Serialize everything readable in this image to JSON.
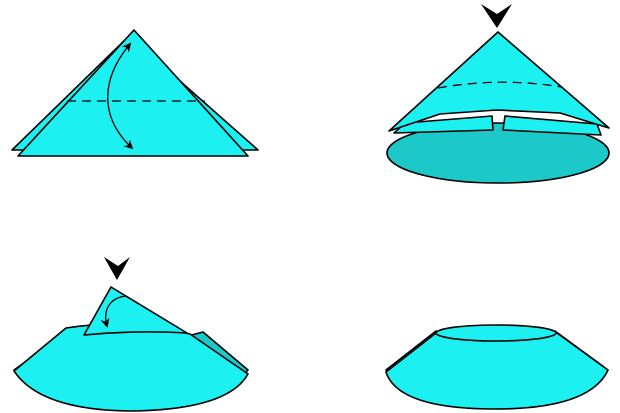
{
  "colors": {
    "paper_front": "#1CF0F0",
    "paper_shadow": "#1CC8C8",
    "outline": "#000000",
    "background": "#FFFFFF"
  },
  "steps": [
    {
      "id": "step-1",
      "description_icons": [
        "fold-line-dashed",
        "fold-arrow-double-headed"
      ]
    },
    {
      "id": "step-2",
      "description_icons": [
        "push-arrow",
        "fold-line-dashed"
      ]
    },
    {
      "id": "step-3",
      "description_icons": [
        "push-arrow",
        "fold-arrow"
      ]
    },
    {
      "id": "step-4",
      "description_icons": []
    }
  ]
}
